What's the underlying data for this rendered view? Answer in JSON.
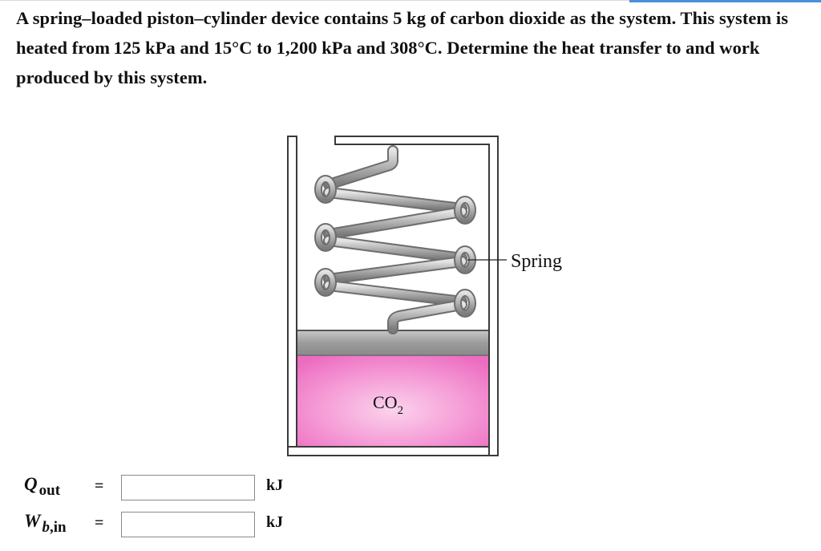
{
  "problem": {
    "text": "A spring–loaded piston–cylinder device contains 5 kg of carbon dioxide as the system. This system is heated from 125 kPa and 15°C to 1,200 kPa and 308°C. Determine the heat transfer to and work produced by this system."
  },
  "figure": {
    "spring_label": "Spring",
    "gas_label_main": "CO",
    "gas_label_sub": "2",
    "colors": {
      "gas": "#f07ac8",
      "gas_light": "#fbd0ea",
      "piston": "#9a9a9a",
      "spring": "#a8a8a8",
      "wall": "#3a3a3a"
    }
  },
  "answers": [
    {
      "symbol": "Q",
      "subscript": "out",
      "equals": "=",
      "value": "",
      "unit": "kJ"
    },
    {
      "symbol": "W",
      "subscript_italic": "b",
      "subscript": ",in",
      "equals": "=",
      "value": "",
      "unit": "kJ"
    }
  ]
}
